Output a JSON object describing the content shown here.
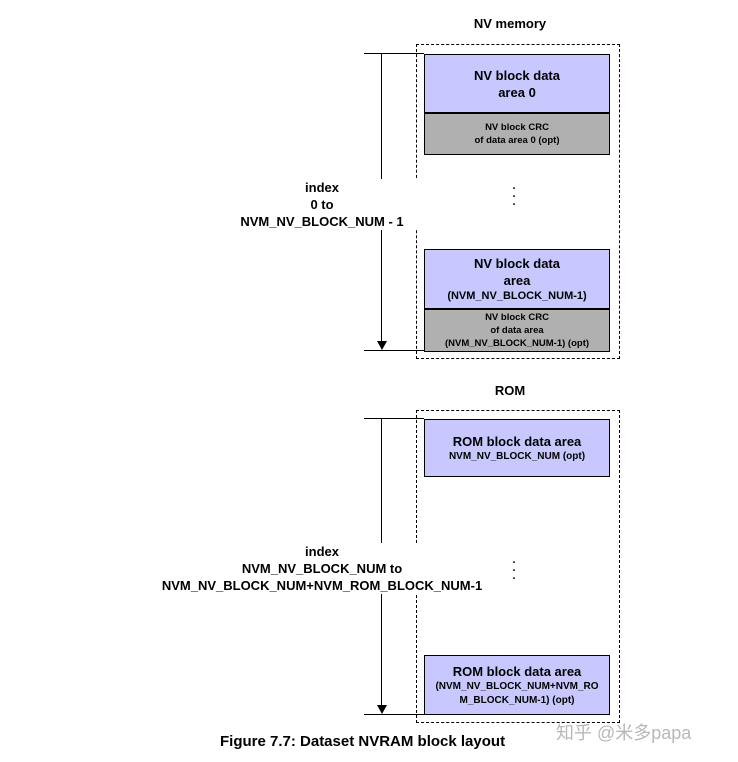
{
  "nv_section": {
    "heading": "NV memory",
    "block_first": {
      "line1": "NV block data",
      "line2": "area 0"
    },
    "crc_first": {
      "line1": "NV block CRC",
      "line2": "of  data area 0 (opt)"
    },
    "block_last": {
      "line1": "NV block data",
      "line2": "area",
      "line3": "(NVM_NV_BLOCK_NUM-1)"
    },
    "crc_last": {
      "line1": "NV block CRC",
      "line2": "of  data area",
      "line3": "(NVM_NV_BLOCK_NUM-1) (opt)"
    },
    "index_label": {
      "line1": "index",
      "line2": "0 to",
      "line3": "NVM_NV_BLOCK_NUM - 1"
    },
    "ellipsis": [
      ".",
      ".",
      "."
    ]
  },
  "rom_section": {
    "heading": "ROM",
    "block_first": {
      "line1": "ROM block data area",
      "line2": "NVM_NV_BLOCK_NUM (opt)"
    },
    "block_last": {
      "line1": "ROM block data area",
      "line2": "(NVM_NV_BLOCK_NUM+NVM_RO",
      "line3": "M_BLOCK_NUM-1) (opt)"
    },
    "index_label": {
      "line1": "index",
      "line2": "NVM_NV_BLOCK_NUM to",
      "line3": "NVM_NV_BLOCK_NUM+NVM_ROM_BLOCK_NUM-1"
    },
    "ellipsis": [
      ".",
      ".",
      "."
    ]
  },
  "caption": "Figure 7.7: Dataset NVRAM block layout",
  "watermark": "知乎 @米多papa"
}
